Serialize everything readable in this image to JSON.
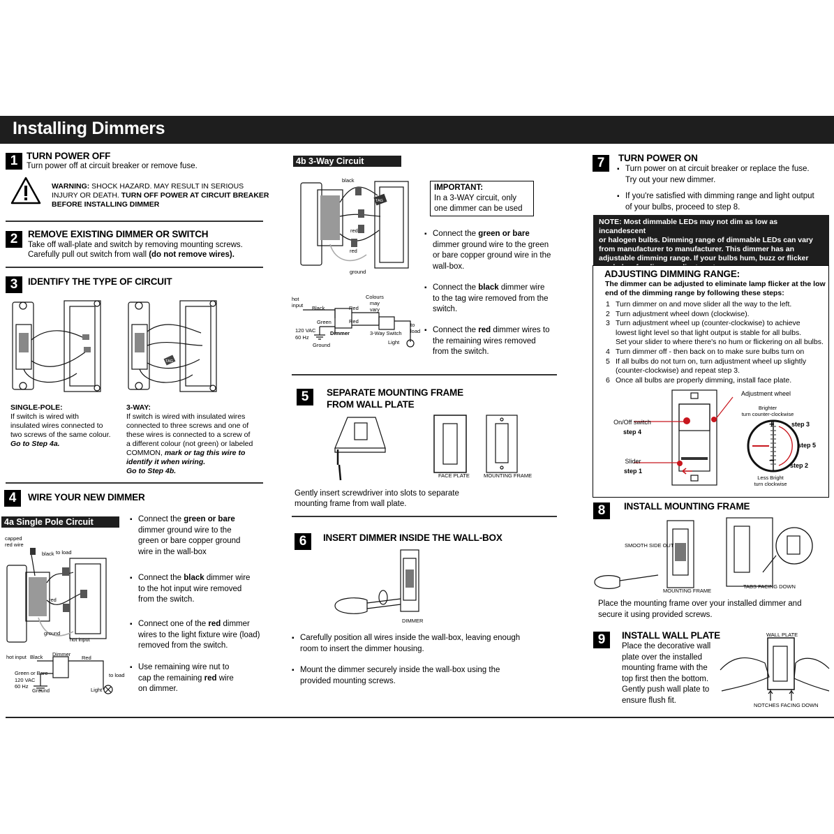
{
  "title": "Installing Dimmers",
  "step1": {
    "num": "1",
    "heading": "TURN POWER OFF",
    "text": "Turn power off at circuit breaker or remove fuse.",
    "warning_bold": "WARNING:",
    "warning_line1": " SHOCK HAZARD. MAY RESULT IN SERIOUS",
    "warning_line2a": "INJURY OR DEATH. ",
    "warning_line2b": "TURN OFF POWER AT CIRCUIT BREAKER",
    "warning_line3": "BEFORE INSTALLING DIMMER"
  },
  "step2": {
    "num": "2",
    "heading": "REMOVE EXISTING DIMMER OR SWITCH",
    "line1": "Take off wall-plate and switch by removing mounting screws.",
    "line2a": "Carefully pull out switch from wall ",
    "line2b": "(do not remove wires)."
  },
  "step3": {
    "num": "3",
    "heading": "IDENTIFY THE TYPE OF CIRCUIT",
    "single_title": "SINGLE-POLE:",
    "single_lines": [
      "If switch is wired with",
      "insulated wires connected to",
      "two screws of the same colour."
    ],
    "single_goto": "Go to Step 4a.",
    "three_title": "3-WAY:",
    "three_lines": [
      "If switch is wired with insulated wires",
      "connected to three screws and one of",
      "these wires is connected to a screw of",
      "a different colour (not green) or labeled"
    ],
    "three_common": "COMMON, ",
    "three_mark": "mark or tag this wire to",
    "three_identify": "identify it when wiring.",
    "three_goto": "Go to Step 4b.",
    "tag": "TAG"
  },
  "step4": {
    "num": "4",
    "heading": "WIRE YOUR NEW DIMMER",
    "sub_a": "4a Single Pole Circuit",
    "a_labels": {
      "capped": "capped",
      "red_wire": "red wire",
      "black": "black",
      "to_load": "to load",
      "red": "red",
      "ground": "ground",
      "hot_input": "hot input"
    },
    "a_bullets": [
      {
        "pre": "Connect the ",
        "bold": "green or bare",
        "post": "",
        "rest": [
          "dimmer ground wire to the",
          "green or bare copper ground",
          "wire in the wall-box"
        ]
      },
      {
        "pre": "Connect the ",
        "bold": "black",
        "post": " dimmer wire",
        "rest": [
          "to the hot input wire removed",
          "from the switch."
        ]
      },
      {
        "pre": "Connect one of the ",
        "bold": "red",
        "post": " dimmer",
        "rest": [
          "wires to the light fixture wire (load)",
          "removed from the switch."
        ]
      },
      {
        "pre": "Use remaining wire nut to",
        "bold": "",
        "post": "",
        "rest": [
          "cap the remaining red wire",
          "on dimmer."
        ]
      }
    ],
    "a_bullet4_line2_pre": "cap the remaining ",
    "a_bullet4_line2_bold": "red",
    "a_bullet4_line2_post": " wire",
    "a_schematic": {
      "hot_input": "hot input",
      "black": "Black",
      "dimmer": "Dimmer",
      "red": "Red",
      "green_bare": "Green or Bare",
      "vac": "120 VAC",
      "hz": "60 Hz",
      "ground": "Ground",
      "to_load": "to load",
      "light": "Light"
    },
    "sub_b": "4b 3-Way Circuit",
    "b_labels": {
      "black": "black",
      "tag": "TAG",
      "red1": "red",
      "red2": "red",
      "ground": "ground"
    },
    "important_title": "IMPORTANT:",
    "important_l1": "In a 3-WAY circuit, only",
    "important_l2": "one dimmer can be used",
    "b_bullets": [
      {
        "pre": "Connect the ",
        "bold": "green or bare",
        "rest": [
          "dimmer ground wire to the green",
          "or bare copper ground wire in the",
          "wall-box."
        ]
      },
      {
        "pre": "Connect the ",
        "bold": "black",
        "post": " dimmer wire",
        "rest": [
          "to the tag wire removed from the",
          "switch."
        ]
      },
      {
        "pre": "Connect the ",
        "bold": "red",
        "post": " dimmer wires to",
        "rest": [
          "the remaining wires removed",
          "from the switch."
        ]
      }
    ],
    "b_schematic": {
      "hot": "hot",
      "input": "input",
      "black": "Black",
      "red1": "Red",
      "red2": "Red",
      "colours": "Colours",
      "may": "may",
      "vary": "vary",
      "green": "Green",
      "vac": "120 VAC",
      "hz": "60 Hz",
      "ground": "Ground",
      "dimmer": "Dimmer",
      "switch3": "3-Way Switch",
      "light": "Light",
      "to": "to",
      "load": "load"
    }
  },
  "step5": {
    "num": "5",
    "heading_l1": "SEPARATE MOUNTING FRAME",
    "heading_l2": "FROM WALL PLATE",
    "face_plate": "FACE PLATE",
    "mounting_frame": "MOUNTING FRAME",
    "line1": "Gently insert screwdriver into slots to separate",
    "line2": "mounting frame from wall plate."
  },
  "step6": {
    "num": "6",
    "heading": "INSERT DIMMER INSIDE THE WALL-BOX",
    "dimmer": "DIMMER",
    "b1_l1": "Carefully position all wires inside the wall-box, leaving enough",
    "b1_l2": "room to insert the dimmer housing.",
    "b2_l1": "Mount the dimmer securely inside the wall-box using the",
    "b2_l2": "provided mounting screws."
  },
  "step7": {
    "num": "7",
    "heading": "TURN POWER ON",
    "b1_l1": "Turn power on at circuit breaker or replace the fuse.",
    "b1_l2": "Try out your new dimmer.",
    "b2_l1": "If you're satisfied with dimming range and light output",
    "b2_l2": "of your bulbs, proceed to step 8.",
    "note_lines": [
      "NOTE: Most dimmable LEDs may not dim as low as incandescent",
      "or halogen bulbs. Dimming range of dimmable LEDs can vary",
      "from manufacturer to manufacturer.  This dimmer has an",
      "adjustable dimming range. If your bulbs hum, buzz or flicker",
      "see below for dimmer adjustment."
    ],
    "adj_title": "ADJUSTING DIMMING RANGE:",
    "adj_intro_l1": "The dimmer can be adjusted to eliminate lamp flicker at the low",
    "adj_intro_l2": "end of the dimming range by following these steps:",
    "adj_steps": [
      {
        "n": "1",
        "t": "Turn dimmer on and move slider all the way to the left."
      },
      {
        "n": "2",
        "t": "Turn adjustment wheel down (clockwise)."
      },
      {
        "n": "3",
        "t": "Turn adjustment wheel up (counter-clockwise) to achieve"
      },
      {
        "n": "",
        "t": "lowest light level so that light output is stable for all bulbs."
      },
      {
        "n": "",
        "t": "Set your slider to where there's no hum or flickering on all bulbs."
      },
      {
        "n": "4",
        "t": "Turn dimmer off - then back on to make sure bulbs turn on"
      },
      {
        "n": "5",
        "t": "If all bulbs do not turn on, turn adjustment wheel up slightly"
      },
      {
        "n": "",
        "t": "(counter-clockwise) and repeat step 3."
      },
      {
        "n": "6",
        "t": "Once all bulbs are properly dimming, install face plate."
      }
    ],
    "diagram": {
      "adjustment_wheel": "Adjustment wheel",
      "brighter": "Brighter",
      "ccw": "turn counter-clockwise",
      "onoff": "On/Off switch",
      "step4": "step 4",
      "slider": "Slider",
      "step1": "step 1",
      "step3": "step 3",
      "step5": "step 5",
      "step2": "step 2",
      "less_bright": "Less Bright",
      "cw": "turn clockwise",
      "plus": "+",
      "minus": "−"
    }
  },
  "step8": {
    "num": "8",
    "heading": "INSTALL MOUNTING FRAME",
    "smooth": "SMOOTH SIDE OUT",
    "mounting_frame": "MOUNTING FRAME",
    "tabs": "TABS FACING DOWN",
    "line1": "Place the mounting frame over your installed dimmer and",
    "line2": "secure it using provided screws."
  },
  "step9": {
    "num": "9",
    "heading": "INSTALL WALL PLATE",
    "lines": [
      "Place the decorative wall",
      "plate over the installed",
      "mounting frame with the",
      "top first then the bottom.",
      "Gently push wall plate to",
      "ensure flush fit."
    ],
    "wall_plate": "WALL PLATE",
    "notches": "NOTCHES FACING DOWN"
  },
  "colors": {
    "accent_red": "#c8161d",
    "bar": "#1e1e1e"
  }
}
